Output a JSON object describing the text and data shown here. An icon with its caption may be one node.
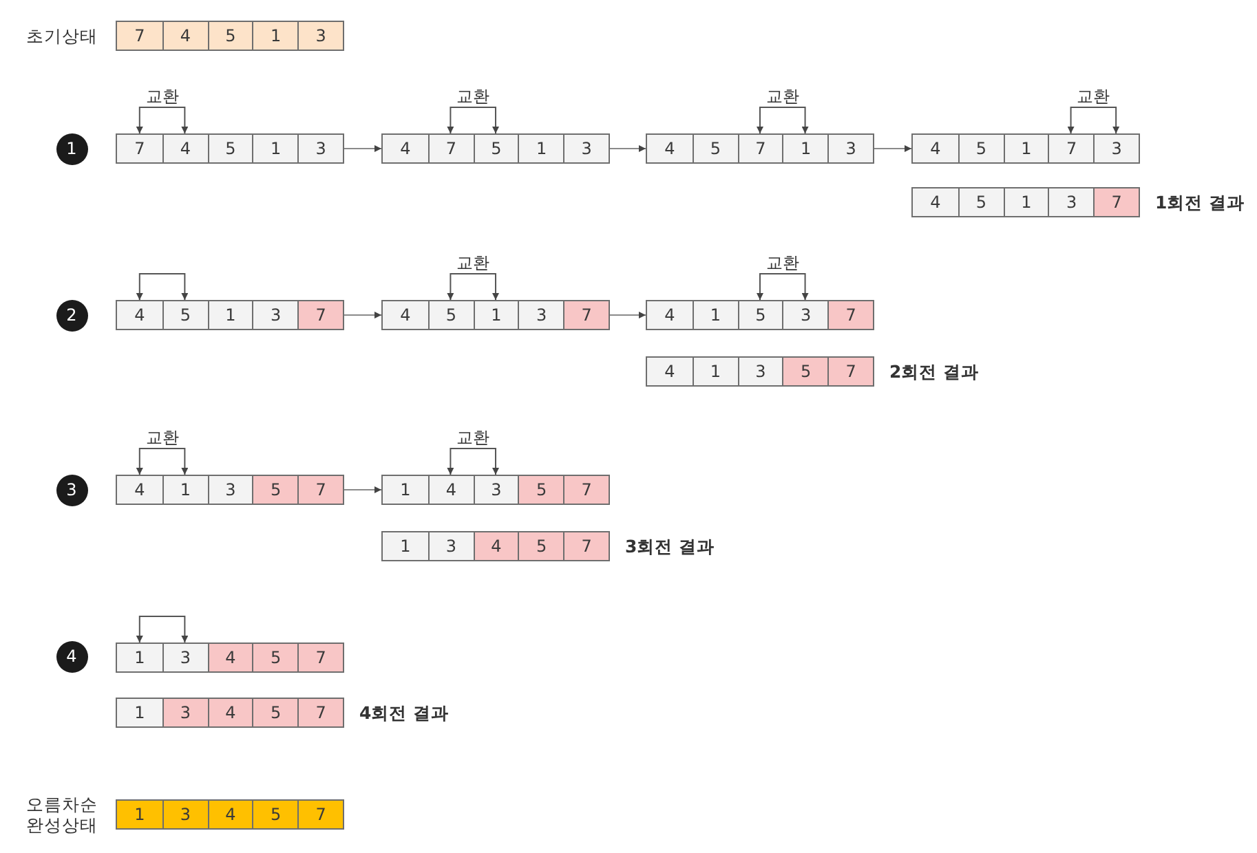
{
  "diagram": {
    "nodes": [
      {
        "text": [],
        "shape": "box",
        "beside": [
          "초기상태"
        ]
      },
      {
        "text": [
          "7"
        ],
        "in": 0
      },
      {
        "text": [
          "4"
        ],
        "in": 0
      },
      {
        "text": [
          "5"
        ],
        "in": 0
      },
      {
        "text": [
          "1"
        ],
        "in": 0
      },
      {
        "text": [
          "3"
        ],
        "in": 0
      },
      {
        "text": [
          "1"
        ]
      },
      {
        "text": [],
        "shape": "box"
      },
      {
        "text": [
          "7"
        ],
        "in": 7
      },
      {
        "text": [
          "4"
        ],
        "in": 7
      },
      {
        "text": [
          "5"
        ],
        "in": 7
      },
      {
        "text": [
          "1"
        ],
        "in": 7
      },
      {
        "text": [
          "3"
        ],
        "in": 7
      },
      {
        "text": [],
        "shape": "box"
      },
      {
        "text": [
          "4"
        ],
        "in": 13
      },
      {
        "text": [
          "7"
        ],
        "in": 13
      },
      {
        "text": [
          "5"
        ],
        "in": 13
      },
      {
        "text": [
          "1"
        ],
        "in": 13
      },
      {
        "text": [
          "3"
        ],
        "in": 13
      },
      {
        "text": [],
        "shape": "box"
      },
      {
        "text": [
          "4"
        ],
        "in": 19
      },
      {
        "text": [
          "5"
        ],
        "in": 19
      },
      {
        "text": [
          "7"
        ],
        "in": 19
      },
      {
        "text": [
          "1"
        ],
        "in": 19
      },
      {
        "text": [
          "3"
        ],
        "in": 19
      },
      {
        "text": [],
        "shape": "box"
      },
      {
        "text": [
          "4"
        ],
        "in": 25
      },
      {
        "text": [
          "5"
        ],
        "in": 25
      },
      {
        "text": [
          "1"
        ],
        "in": 25
      },
      {
        "text": [
          "7"
        ],
        "in": 25
      },
      {
        "text": [
          "3"
        ],
        "in": 25
      },
      {
        "text": [],
        "shape": "box",
        "beside": [
          "1회전 결과"
        ]
      },
      {
        "text": [
          "4"
        ],
        "in": 31
      },
      {
        "text": [
          "5"
        ],
        "in": 31
      },
      {
        "text": [
          "1"
        ],
        "in": 31
      },
      {
        "text": [
          "3"
        ],
        "in": 31
      },
      {
        "text": [
          "7"
        ],
        "in": 31
      },
      {
        "text": [
          "2"
        ]
      },
      {
        "text": [],
        "shape": "box"
      },
      {
        "text": [
          "4"
        ],
        "in": 38
      },
      {
        "text": [
          "5"
        ],
        "in": 38
      },
      {
        "text": [
          "1"
        ],
        "in": 38
      },
      {
        "text": [
          "3"
        ],
        "in": 38
      },
      {
        "text": [
          "7"
        ],
        "in": 38
      },
      {
        "text": [],
        "shape": "box"
      },
      {
        "text": [
          "4"
        ],
        "in": 44
      },
      {
        "text": [
          "5"
        ],
        "in": 44
      },
      {
        "text": [
          "1"
        ],
        "in": 44
      },
      {
        "text": [
          "3"
        ],
        "in": 44
      },
      {
        "text": [
          "7"
        ],
        "in": 44
      },
      {
        "text": [],
        "shape": "box"
      },
      {
        "text": [
          "4"
        ],
        "in": 50
      },
      {
        "text": [
          "1"
        ],
        "in": 50
      },
      {
        "text": [
          "5"
        ],
        "in": 50
      },
      {
        "text": [
          "3"
        ],
        "in": 50
      },
      {
        "text": [
          "7"
        ],
        "in": 50
      },
      {
        "text": [],
        "shape": "box",
        "beside": [
          "2회전 결과"
        ]
      },
      {
        "text": [
          "4"
        ],
        "in": 56
      },
      {
        "text": [
          "1"
        ],
        "in": 56
      },
      {
        "text": [
          "3"
        ],
        "in": 56
      },
      {
        "text": [
          "5"
        ],
        "in": 56
      },
      {
        "text": [
          "7"
        ],
        "in": 56
      },
      {
        "text": [
          "3"
        ]
      },
      {
        "text": [],
        "shape": "box"
      },
      {
        "text": [
          "4"
        ],
        "in": 63
      },
      {
        "text": [
          "1"
        ],
        "in": 63
      },
      {
        "text": [
          "3"
        ],
        "in": 63
      },
      {
        "text": [
          "5"
        ],
        "in": 63
      },
      {
        "text": [
          "7"
        ],
        "in": 63
      },
      {
        "text": [],
        "shape": "box"
      },
      {
        "text": [
          "1"
        ],
        "in": 69
      },
      {
        "text": [
          "4"
        ],
        "in": 69
      },
      {
        "text": [
          "3"
        ],
        "in": 69
      },
      {
        "text": [
          "5"
        ],
        "in": 69
      },
      {
        "text": [
          "7"
        ],
        "in": 69
      },
      {
        "text": [],
        "shape": "box",
        "beside": [
          "3회전 결과"
        ]
      },
      {
        "text": [
          "1"
        ],
        "in": 75
      },
      {
        "text": [
          "3"
        ],
        "in": 75
      },
      {
        "text": [
          "4"
        ],
        "in": 75
      },
      {
        "text": [
          "5"
        ],
        "in": 75
      },
      {
        "text": [
          "7"
        ],
        "in": 75
      },
      {
        "text": [
          "4"
        ]
      },
      {
        "text": [],
        "shape": "box"
      },
      {
        "text": [
          "1"
        ],
        "in": 82
      },
      {
        "text": [
          "3"
        ],
        "in": 82
      },
      {
        "text": [
          "4"
        ],
        "in": 82
      },
      {
        "text": [
          "5"
        ],
        "in": 82
      },
      {
        "text": [
          "7"
        ],
        "in": 82
      },
      {
        "text": [],
        "shape": "box",
        "beside": [
          "4회전 결과"
        ]
      },
      {
        "text": [
          "1"
        ],
        "in": 88
      },
      {
        "text": [
          "3"
        ],
        "in": 88
      },
      {
        "text": [
          "4"
        ],
        "in": 88
      },
      {
        "text": [
          "5"
        ],
        "in": 88
      },
      {
        "text": [
          "7"
        ],
        "in": 88
      },
      {
        "text": [],
        "shape": "box",
        "beside": [
          "오름차순 완성상태"
        ]
      },
      {
        "text": [
          "1"
        ],
        "in": 94
      },
      {
        "text": [
          "3"
        ],
        "in": 94
      },
      {
        "text": [
          "4"
        ],
        "in": 94
      },
      {
        "text": [
          "5"
        ],
        "in": 94
      },
      {
        "text": [
          "7"
        ],
        "in": 94
      }
    ],
    "edges": [
      {
        "from": 8,
        "to": 9,
        "arrow": "both",
        "label": "교환"
      },
      {
        "from": 7,
        "to": 13,
        "arrow": "to"
      },
      {
        "from": 15,
        "to": 16,
        "arrow": "both",
        "label": "교환"
      },
      {
        "from": 13,
        "to": 19,
        "arrow": "to"
      },
      {
        "from": 22,
        "to": 23,
        "arrow": "both",
        "label": "교환"
      },
      {
        "from": 19,
        "to": 25,
        "arrow": "to"
      },
      {
        "from": 29,
        "to": 30,
        "arrow": "both",
        "label": "교환"
      },
      {
        "from": 39,
        "to": 40,
        "arrow": "both"
      },
      {
        "from": 38,
        "to": 44,
        "arrow": "to"
      },
      {
        "from": 46,
        "to": 47,
        "arrow": "both",
        "label": "교환"
      },
      {
        "from": 44,
        "to": 50,
        "arrow": "to"
      },
      {
        "from": 53,
        "to": 54,
        "arrow": "both",
        "label": "교환"
      },
      {
        "from": 64,
        "to": 65,
        "arrow": "both",
        "label": "교환"
      },
      {
        "from": 63,
        "to": 69,
        "arrow": "to"
      },
      {
        "from": 71,
        "to": 72,
        "arrow": "both",
        "label": "교환"
      },
      {
        "from": 83,
        "to": 84,
        "arrow": "both"
      }
    ]
  }
}
